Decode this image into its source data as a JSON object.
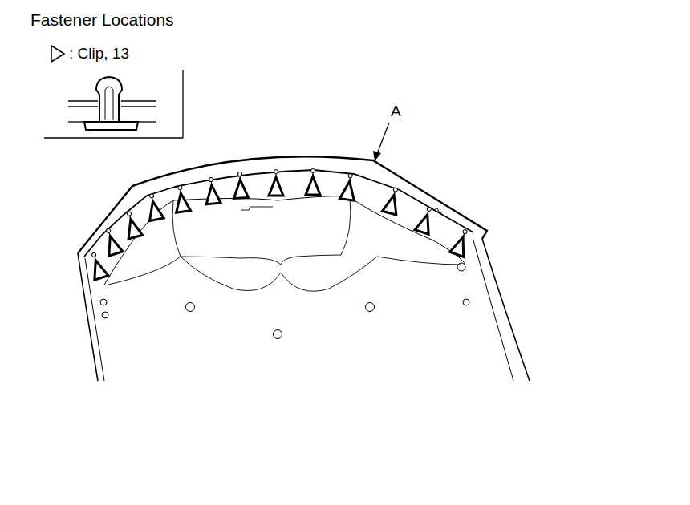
{
  "diagram": {
    "title": "Fastener Locations",
    "labels": [
      "A"
    ],
    "legend": [
      {
        "text": ": Clip, 13"
      }
    ]
  }
}
